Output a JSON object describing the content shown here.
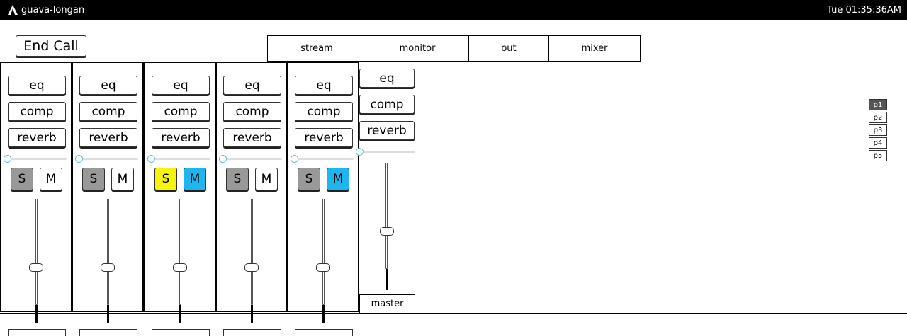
{
  "topbar": {
    "app_name": "guava-longan",
    "clock": "Tue 01:35:36AM",
    "logo_icon": "tent-icon"
  },
  "end_call_label": "End Call",
  "tabs": [
    {
      "label": "stream"
    },
    {
      "label": "monitor"
    },
    {
      "label": "out"
    },
    {
      "label": "mixer"
    }
  ],
  "channels": [
    {
      "eq": "eq",
      "comp": "comp",
      "reverb": "reverb",
      "solo": "S",
      "mute": "M",
      "solo_on": false,
      "mute_on": false,
      "pan": 0.0
    },
    {
      "eq": "eq",
      "comp": "comp",
      "reverb": "reverb",
      "solo": "S",
      "mute": "M",
      "solo_on": false,
      "mute_on": false,
      "pan": 0.0
    },
    {
      "eq": "eq",
      "comp": "comp",
      "reverb": "reverb",
      "solo": "S",
      "mute": "M",
      "solo_on": true,
      "mute_on": true,
      "pan": 0.0
    },
    {
      "eq": "eq",
      "comp": "comp",
      "reverb": "reverb",
      "solo": "S",
      "mute": "M",
      "solo_on": false,
      "mute_on": false,
      "pan": 0.0
    },
    {
      "eq": "eq",
      "comp": "comp",
      "reverb": "reverb",
      "solo": "S",
      "mute": "M",
      "solo_on": false,
      "mute_on": true,
      "pan": 0.0
    }
  ],
  "master": {
    "eq": "eq",
    "comp": "comp",
    "reverb": "reverb",
    "label": "master",
    "pan": 0.0
  },
  "presets": [
    {
      "label": "p1",
      "active": true
    },
    {
      "label": "p2",
      "active": false
    },
    {
      "label": "p3",
      "active": false
    },
    {
      "label": "p4",
      "active": false
    },
    {
      "label": "p5",
      "active": false
    }
  ],
  "colors": {
    "solo_on": "#f5f50a",
    "mute_on": "#1fb6f0",
    "off": "#999999",
    "preset_active": "#555555"
  }
}
